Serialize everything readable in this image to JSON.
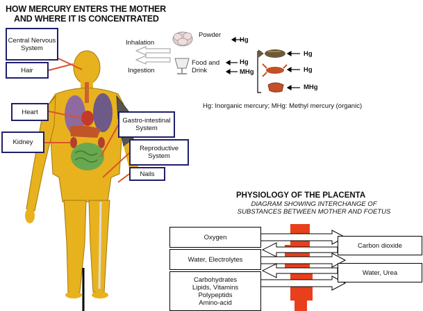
{
  "mercury": {
    "title_line1": "HOW MERCURY ENTERS THE MOTHER",
    "title_line2": "AND WHERE IT IS CONCENTRATED",
    "organs": {
      "cns": "Central Nervous System",
      "hair": "Hair",
      "heart": "Heart",
      "kidney": "Kidney",
      "gi": "Gastro-intestinal System",
      "repro": "Reproductive System",
      "nails": "Nails"
    },
    "routes": {
      "inhalation": "Inhalation",
      "ingestion": "Ingestion",
      "powder": "Powder",
      "food_drink": "Food and Drink"
    },
    "labels": {
      "hg": "Hg",
      "mhg": "MHg"
    },
    "legend": "Hg: Inorganic mercury;  MHg: Methyl mercury (organic)"
  },
  "placenta": {
    "title": "PHYSIOLOGY OF THE PLACENTA",
    "subtitle_line1": "DIAGRAM SHOWING INTERCHANGE OF",
    "subtitle_line2": "SUBSTANCES BETWEEN MOTHER AND FOETUS",
    "mother_items": {
      "oxygen": "Oxygen",
      "water": "Water, Electrolytes",
      "carb_l1": "Carbohydrates",
      "carb_l2": "Lipids, Vitamins",
      "carb_l3": "Polypeptids",
      "carb_l4": "Amino-acid"
    },
    "foetus_items": {
      "co2": "Carbon dioxide",
      "urea": "Water, Urea"
    }
  },
  "colors": {
    "body": "#e8b21e",
    "box_border": "#1f1f6a",
    "placenta": "#e8401c",
    "lungs": "#8e6aa0",
    "heart": "#c23a2a",
    "intestine": "#6aa84f"
  }
}
